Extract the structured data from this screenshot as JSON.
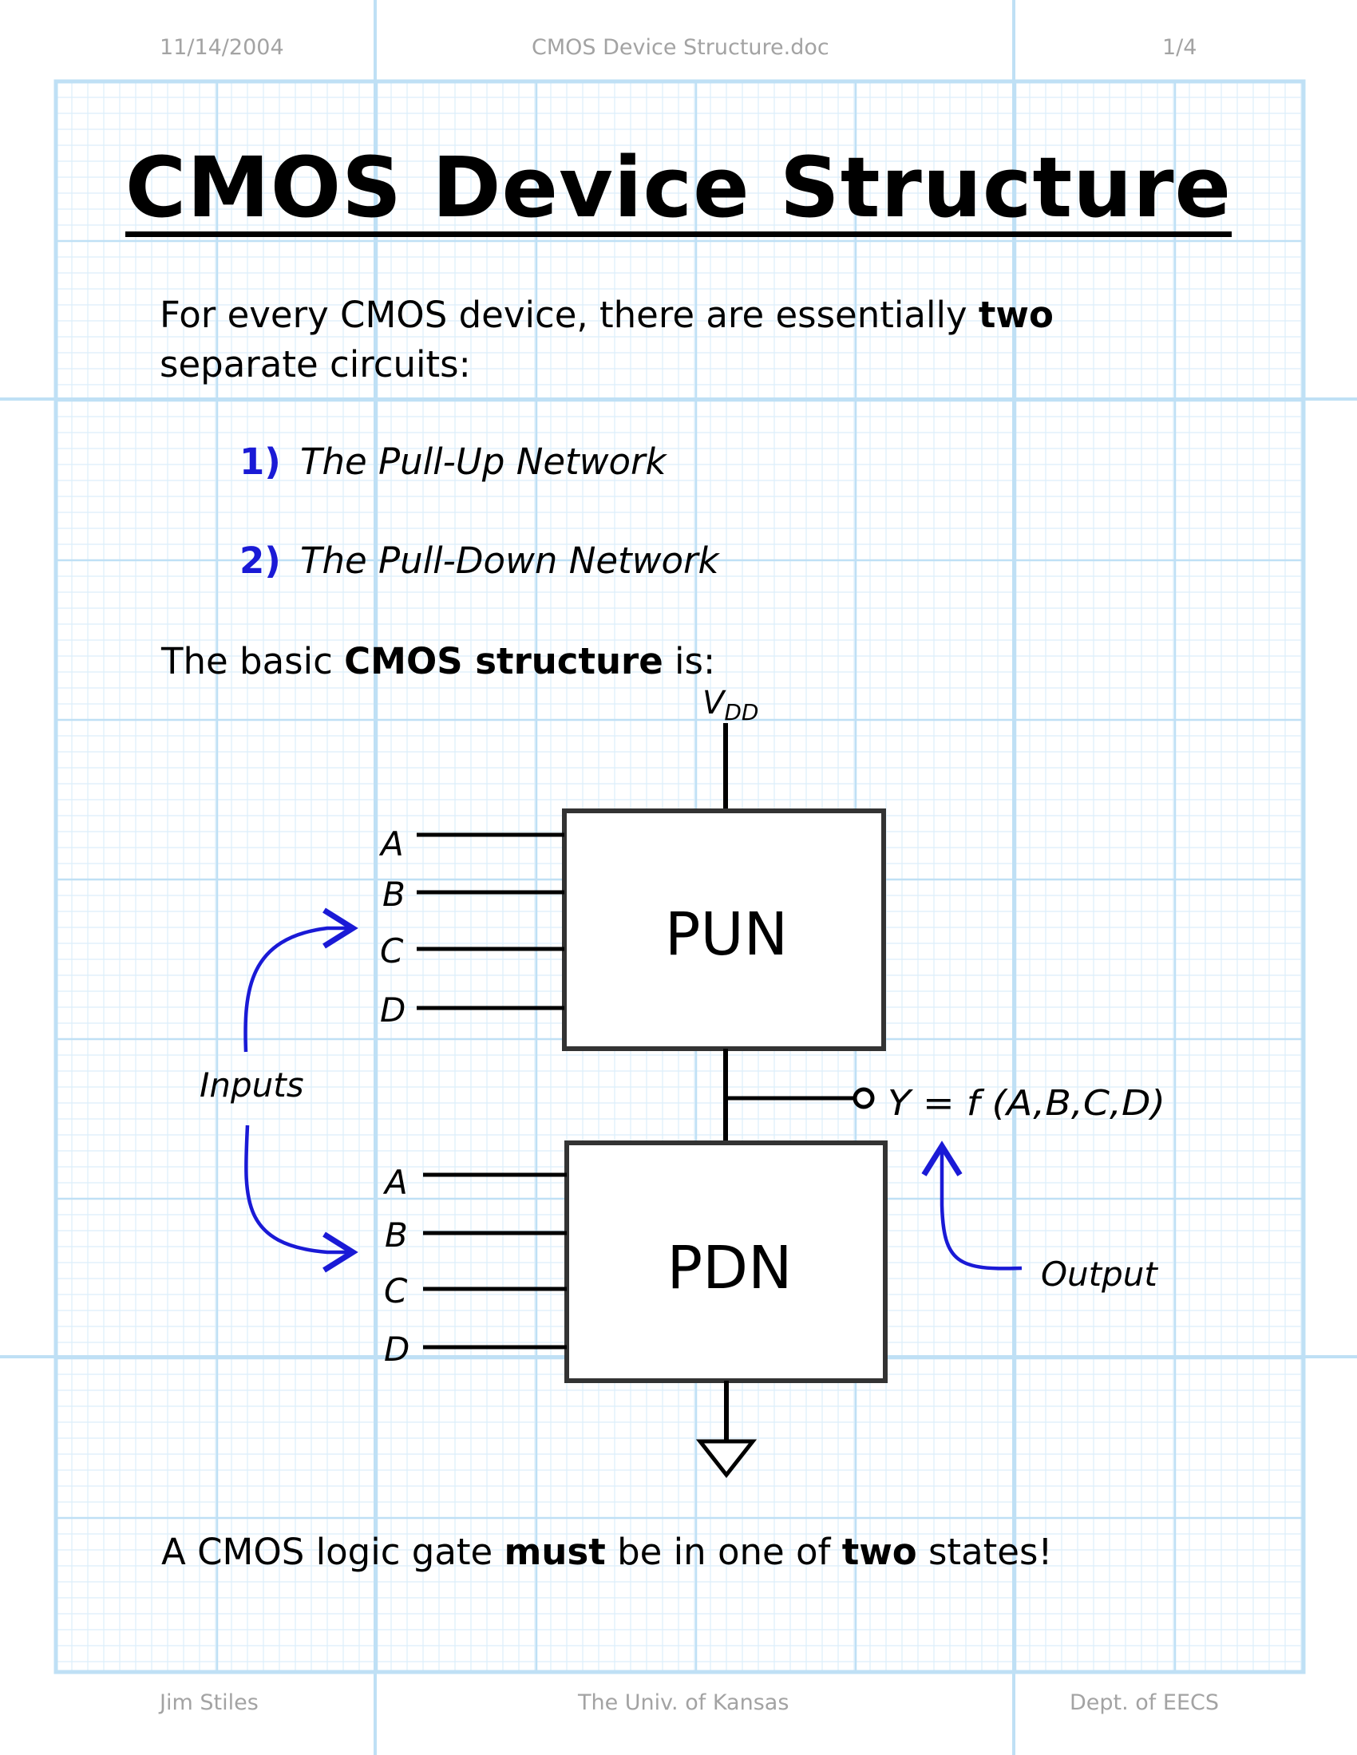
{
  "header": {
    "date": "11/14/2004",
    "filename": "CMOS Device Structure.doc",
    "page": "1/4"
  },
  "title": "CMOS Device Structure",
  "intro": {
    "before": "For every CMOS device, there are essentially ",
    "bold": "two",
    "after": " separate circuits:"
  },
  "list": [
    {
      "number": "1)",
      "text": "The Pull-Up Network"
    },
    {
      "number": "2)",
      "text": "The Pull-Down Network"
    }
  ],
  "structure_line": {
    "before": "The basic ",
    "bold": "CMOS structure",
    "after": " is:"
  },
  "diagram": {
    "vdd": "V",
    "vdd_sub": "DD",
    "pun_label": "PUN",
    "pdn_label": "PDN",
    "inputs_top": [
      "A",
      "B",
      "C",
      "D"
    ],
    "inputs_bottom": [
      "A",
      "B",
      "C",
      "D"
    ],
    "inputs_label": "Inputs",
    "output_label": "Output",
    "output_expr": "Y = f (A,B,C,D)"
  },
  "conclusion": {
    "t1": "A CMOS logic gate ",
    "b1": "must",
    "t2": " be in one of ",
    "b2": "two",
    "t3": " states!"
  },
  "footer": {
    "author": "Jim Stiles",
    "university": "The Univ. of Kansas",
    "dept": "Dept. of EECS"
  },
  "colors": {
    "grid_major": "#bfe0f5",
    "grid_minor": "#dceefa",
    "accent_blue": "#1a1ad6",
    "header_gray": "#a3a3a3"
  }
}
